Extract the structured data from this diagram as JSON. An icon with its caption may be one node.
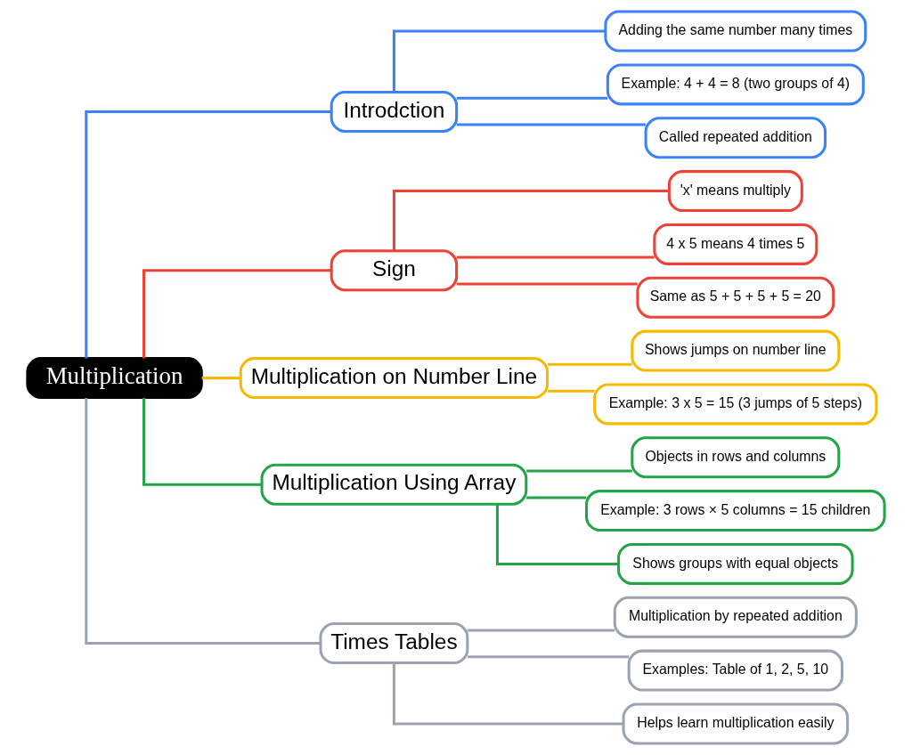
{
  "diagram": {
    "nodes": [
      {
        "text": [
          "Multiplication"
        ]
      },
      {
        "text": [
          "Introdction"
        ]
      },
      {
        "text": [
          "Adding the same number many times"
        ]
      },
      {
        "text": [
          "Example: 4 + 4 = 8 (two groups of 4)"
        ]
      },
      {
        "text": [
          "Called repeated addition"
        ]
      },
      {
        "text": [
          "Sign"
        ]
      },
      {
        "text": [
          "'x' means multiply"
        ]
      },
      {
        "text": [
          "4 x 5 means 4 times 5"
        ]
      },
      {
        "text": [
          "Same as 5 + 5 + 5 + 5 = 20"
        ]
      },
      {
        "text": [
          "Multiplication on Number Line"
        ]
      },
      {
        "text": [
          "Shows jumps on number line"
        ]
      },
      {
        "text": [
          "Example: 3 x 5 = 15 (3 jumps of 5 steps)"
        ]
      },
      {
        "text": [
          "Multiplication Using Array"
        ]
      },
      {
        "text": [
          "Objects in rows and columns"
        ]
      },
      {
        "text": [
          "Example: 3 rows × 5 columns = 15 children"
        ]
      },
      {
        "text": [
          "Shows groups with equal objects"
        ]
      },
      {
        "text": [
          "Times Tables"
        ]
      },
      {
        "text": [
          "Multiplication by repeated addition"
        ]
      },
      {
        "text": [
          "Examples: Table of 1, 2, 5, 10"
        ]
      },
      {
        "text": [
          "Helps learn multiplication easily"
        ]
      }
    ],
    "edges": [
      {
        "from": 0,
        "to": 1,
        "arrow": "none",
        "color": "#3b82f6"
      },
      {
        "from": 1,
        "to": 2,
        "arrow": "none",
        "color": "#3b82f6"
      },
      {
        "from": 1,
        "to": 3,
        "arrow": "none",
        "color": "#3b82f6"
      },
      {
        "from": 1,
        "to": 4,
        "arrow": "none",
        "color": "#3b82f6"
      },
      {
        "from": 0,
        "to": 5,
        "arrow": "none",
        "color": "#ef4136"
      },
      {
        "from": 5,
        "to": 6,
        "arrow": "none",
        "color": "#ef4136"
      },
      {
        "from": 5,
        "to": 7,
        "arrow": "none",
        "color": "#ef4136"
      },
      {
        "from": 5,
        "to": 8,
        "arrow": "none",
        "color": "#ef4136"
      },
      {
        "from": 0,
        "to": 9,
        "arrow": "none",
        "color": "#f6b900"
      },
      {
        "from": 9,
        "to": 10,
        "arrow": "none",
        "color": "#f6b900"
      },
      {
        "from": 9,
        "to": 11,
        "arrow": "none",
        "color": "#f6b900"
      },
      {
        "from": 0,
        "to": 12,
        "arrow": "none",
        "color": "#22a447"
      },
      {
        "from": 12,
        "to": 13,
        "arrow": "none",
        "color": "#22a447"
      },
      {
        "from": 12,
        "to": 14,
        "arrow": "none",
        "color": "#22a447"
      },
      {
        "from": 12,
        "to": 15,
        "arrow": "none",
        "color": "#22a447"
      },
      {
        "from": 0,
        "to": 16,
        "arrow": "none",
        "color": "#9ca3af"
      },
      {
        "from": 16,
        "to": 17,
        "arrow": "none",
        "color": "#9ca3af"
      },
      {
        "from": 16,
        "to": 18,
        "arrow": "none",
        "color": "#9ca3af"
      },
      {
        "from": 16,
        "to": 19,
        "arrow": "none",
        "color": "#9ca3af"
      }
    ]
  }
}
